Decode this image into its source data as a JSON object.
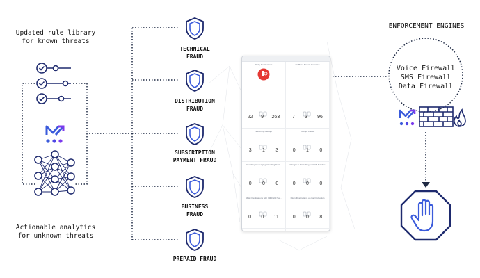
{
  "left": {
    "rule_library": [
      "Updated rule library",
      "for known threats"
    ],
    "analytics": [
      "Actionable analytics",
      "for unknown threats"
    ]
  },
  "fraud_types": [
    [
      "TECHNICAL",
      "FRAUD"
    ],
    [
      "DISTRIBUTION",
      "FRAUD"
    ],
    [
      "SUBSCRIPTION",
      "PAYMENT FRAUD"
    ],
    [
      "BUSINESS",
      "FRAUD"
    ],
    [
      "PREPAID FRAUD"
    ]
  ],
  "enforcement": {
    "title": "ENFORCEMENT ENGINES",
    "engines": [
      "Voice Firewall",
      "SMS Firewall",
      "Data Firewall"
    ]
  },
  "dashboard": {
    "cells": [
      {
        "title": "Risky Destinations",
        "nums": [],
        "highlight": true
      },
      {
        "title": "Traffic to Known Countries",
        "nums": []
      },
      {
        "title": "",
        "nums": [
          "22",
          "9",
          "263"
        ]
      },
      {
        "title": "",
        "nums": [
          "7",
          "3",
          "96"
        ]
      },
      {
        "title": "Switching Attempt",
        "nums": [
          "3",
          "1",
          "3"
        ]
      },
      {
        "title": "Wangiri Callout",
        "nums": [
          "0",
          "1",
          "0"
        ]
      },
      {
        "title": "Stretching Messaging / Profiling Dest...",
        "nums": [
          "0",
          "0",
          "0"
        ]
      },
      {
        "title": "Wangiri or Stretching on PRN Number",
        "nums": [
          "0",
          "0",
          "0"
        ]
      },
      {
        "title": "Risky Destinations with IMEI/SIM Sw...",
        "nums": [
          "0",
          "0",
          "11"
        ]
      },
      {
        "title": "Risky Destinations on Call Collection",
        "nums": [
          "0",
          "0",
          "8"
        ]
      },
      {
        "title": "Traffic By Subscriber Location",
        "nums": [
          "0",
          "0",
          "0"
        ]
      },
      {
        "title": "Wangiri Attempt",
        "nums": [
          "0",
          "1",
          "0"
        ]
      }
    ]
  },
  "colors": {
    "navy": "#1e2a6e",
    "brand_blue": "#3b5bdb",
    "brand_purple": "#7c3aed",
    "alert_red": "#e53935",
    "dotted_line": "#1f2a44"
  }
}
